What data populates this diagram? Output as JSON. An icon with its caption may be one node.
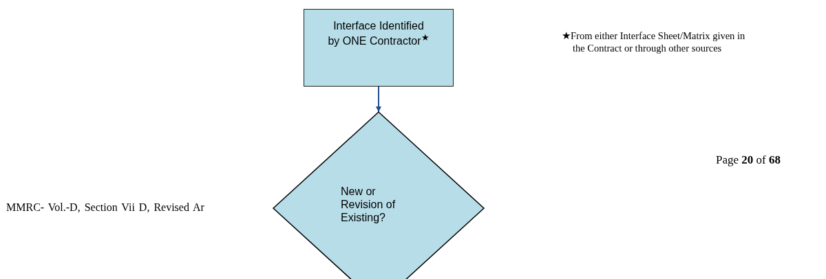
{
  "diagram": {
    "nodes": [
      {
        "text": [
          "Interface Identified by ONE Contractor$^{★}$"
        ]
      },
      {
        "text": [
          "New or Revision of Existing?"
        ]
      }
    ],
    "edges": [
      {
        "from": 0,
        "to": 1,
        "arrow": "to"
      }
    ],
    "labels": [
      "★From either Interface Sheet/Matrix given in the Contract or through other sources",
      "Page **20** of **68**",
      "MMRC- Vol.-D, Section Vii D,   Revised Ar"
    ]
  }
}
